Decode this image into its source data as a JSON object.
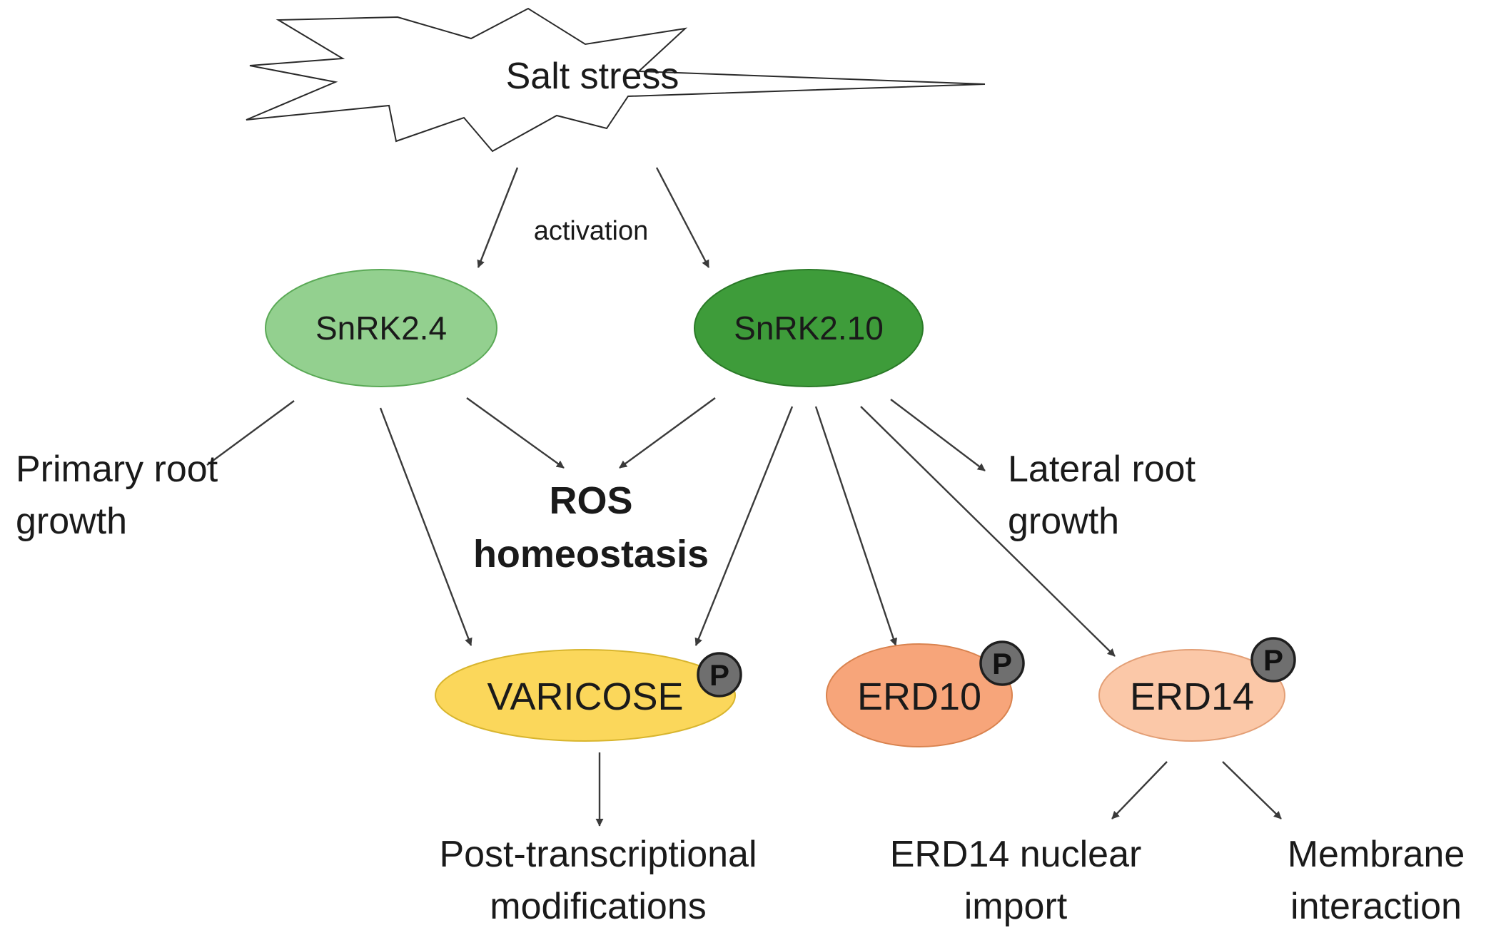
{
  "stress": {
    "label": "Salt stress"
  },
  "edge_labels": {
    "activation": "activation"
  },
  "kinases": [
    {
      "label": "SnRK2.4",
      "color": "#93d08f",
      "stroke": "#5aa956"
    },
    {
      "label": "SnRK2.10",
      "color": "#3e9c3a",
      "stroke": "#2a7a27"
    }
  ],
  "outcomes": {
    "primary_root": {
      "line1": "Primary root",
      "line2": "growth"
    },
    "ros": {
      "line1": "ROS",
      "line2": "homeostasis"
    },
    "lateral_root": {
      "line1": "Lateral root",
      "line2": "growth"
    }
  },
  "substrates": [
    {
      "label": "VARICOSE",
      "color": "#fbd75b",
      "stroke": "#d8b52e",
      "badge": "P"
    },
    {
      "label": "ERD10",
      "color": "#f7a57a",
      "stroke": "#d9834f",
      "badge": "P"
    },
    {
      "label": "ERD14",
      "color": "#fbc8a8",
      "stroke": "#e39f76",
      "badge": "P"
    }
  ],
  "downstream": {
    "ptm": {
      "line1": "Post-transcriptional",
      "line2": "modifications"
    },
    "nuclear_import": {
      "line1": "ERD14 nuclear",
      "line2": "import"
    },
    "membrane": {
      "line1": "Membrane",
      "line2": "interaction"
    }
  }
}
